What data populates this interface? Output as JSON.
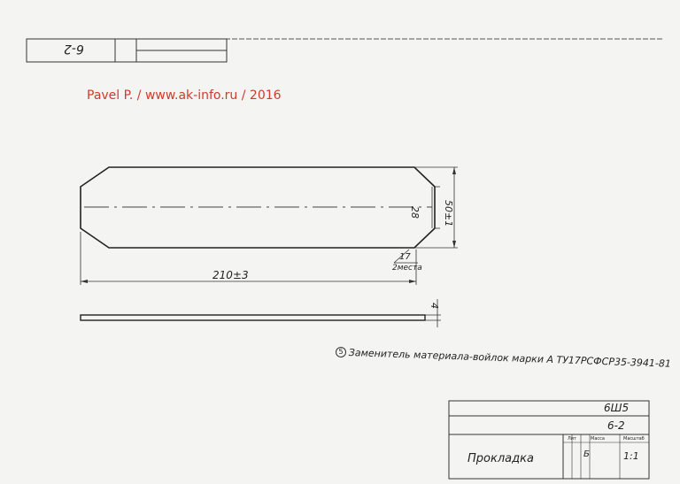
{
  "watermark": "Pavel P. / www.ak-info.ru / 2016",
  "header": {
    "code": "6-2"
  },
  "dimensions": {
    "length": "210±3",
    "inner_height": "28",
    "outer_height": "50±1",
    "chamfer": "17",
    "chamfer_note": "2места",
    "thickness": "4"
  },
  "note": {
    "marker": "5",
    "text": "Заменитель материала-войлок марки А ТУ17РСФСР35-3941-81"
  },
  "title_block": {
    "designation": "6Ш5",
    "sheet_code": "6-2",
    "name": "Прокладка",
    "lit_label": "Лит",
    "mass_label": "Масса",
    "scale_label": "Масштаб",
    "lit_value": "Б",
    "scale": "1:1"
  }
}
